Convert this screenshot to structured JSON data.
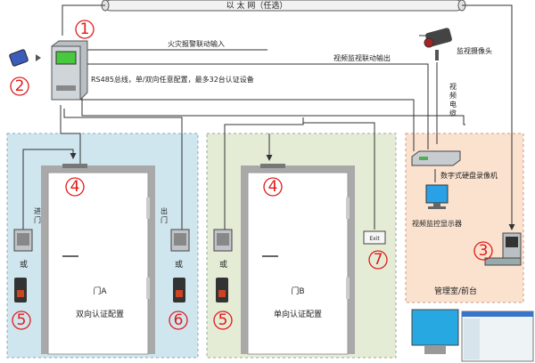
{
  "labels": {
    "ethernet": "以 太 网（任选）",
    "fire_input": "火灾报警联动输入",
    "video_output": "视频监视联动输出",
    "camera": "监视摄像头",
    "rs485": "RS485总线，单/双向任意配置，最多32台认证设备",
    "video_cable": [
      "视",
      "频",
      "电",
      "缆"
    ],
    "dvr": "数字式硬盘录像机",
    "monitor": "视频监控显示器",
    "management": "管理室/前台",
    "enter": [
      "进",
      "门"
    ],
    "exit": [
      "出",
      "门"
    ],
    "or": "或",
    "door_a_name": "门A",
    "door_a_config": "双向认证配置",
    "door_b_name": "门B",
    "door_b_config": "单向认证配置",
    "exit_button": "Exit"
  },
  "markers": {
    "m1": "1",
    "m2": "2",
    "m3": "3",
    "m4a": "4",
    "m4b": "4",
    "m5a": "5",
    "m5b": "5",
    "m6": "6",
    "m7": "7"
  },
  "colors": {
    "zone_a": "#cfe6ef",
    "zone_b": "#e5ecd6",
    "zone_mgmt": "#fbe2cf",
    "marker": "#e01a1a",
    "door_frame": "#a9a9a9"
  }
}
